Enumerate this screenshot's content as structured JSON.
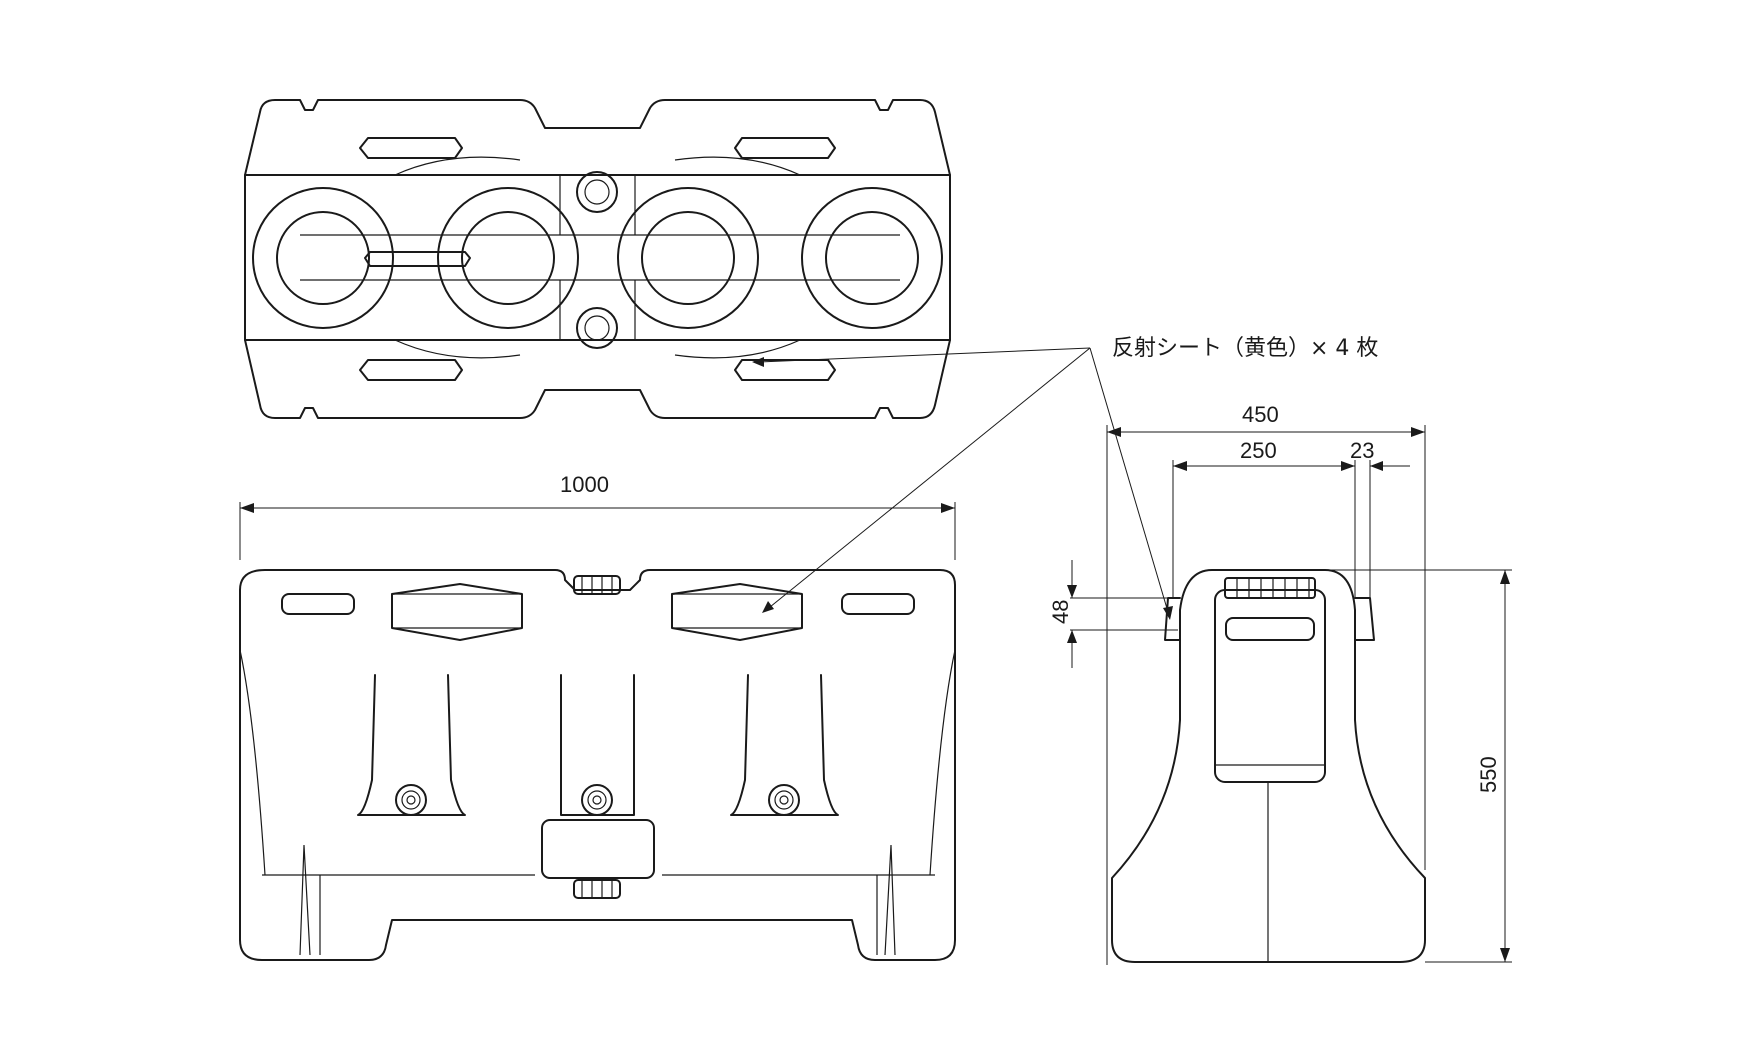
{
  "callout": {
    "label": "反射シート（黄色）× 4 枚"
  },
  "dimensions": {
    "width_total": "1000",
    "depth_total": "450",
    "depth_inner": "250",
    "offset": "23",
    "height": "550",
    "cap_height": "48"
  }
}
